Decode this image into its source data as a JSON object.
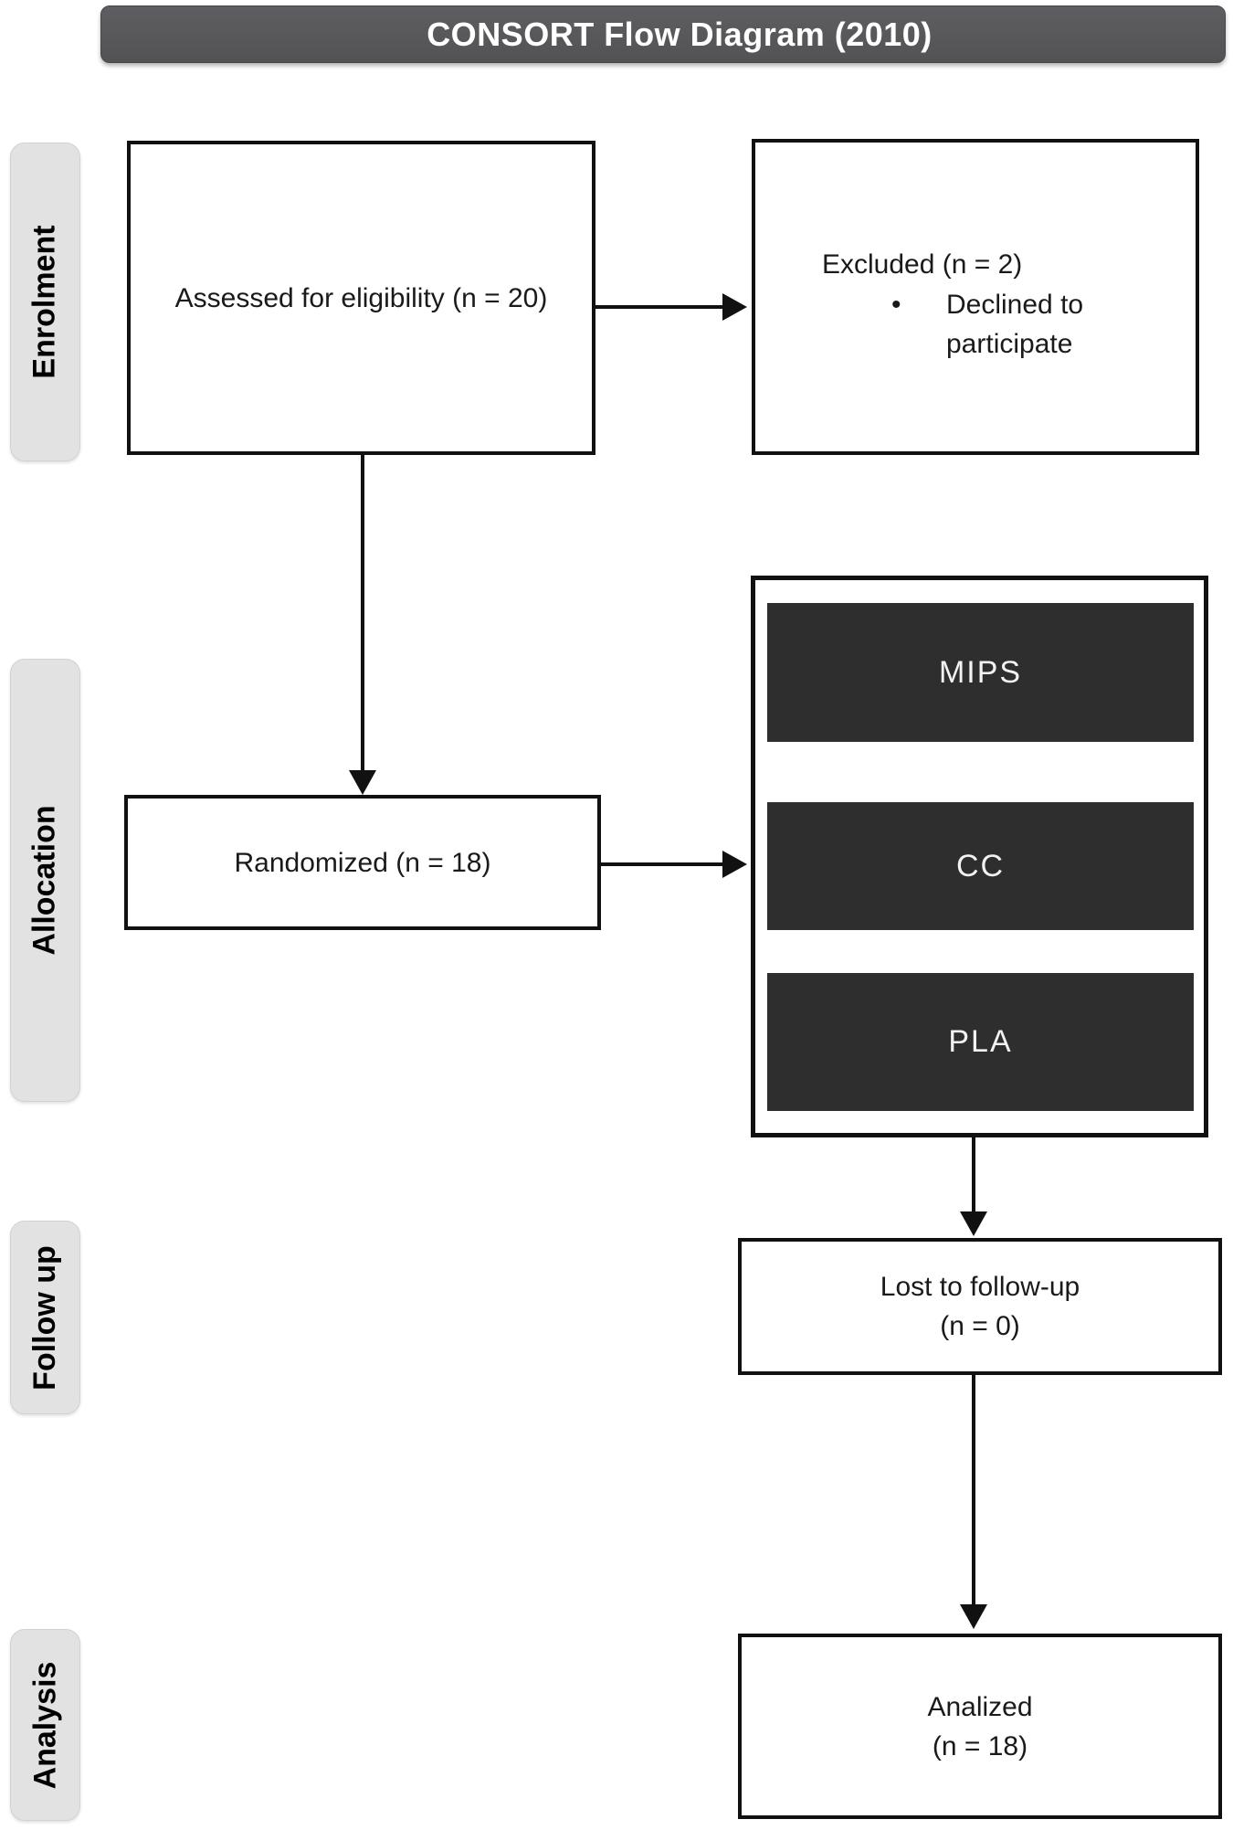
{
  "title": "CONSORT Flow Diagram (2010)",
  "stages": [
    {
      "label": "Enrolment"
    },
    {
      "label": "Allocation"
    },
    {
      "label": "Follow up"
    },
    {
      "label": "Analysis"
    }
  ],
  "nodes": {
    "assessed": {
      "text": "Assessed for eligibility (n = 20)"
    },
    "excluded": {
      "title": "Excluded (n = 2)",
      "bullet_marker": "•",
      "bullet": "Declined to participate"
    },
    "randomized": {
      "text": "Randomized (n = 18)"
    },
    "arms": [
      "MIPS",
      "CC",
      "PLA"
    ],
    "lost": {
      "line1": "Lost to follow-up",
      "line2": "(n = 0)"
    },
    "analyzed": {
      "line1": "Analized",
      "line2": "(n = 18)"
    }
  },
  "colors": {
    "title_bar_bg": "#58585b",
    "title_text": "#ffffff",
    "stage_label_bg": "#e2e2e2",
    "stage_label_text": "#000000",
    "box_border": "#111111",
    "box_bg": "#ffffff",
    "arm_box_bg": "#2e2e2e",
    "arm_box_text": "#f2f2f2",
    "arrow": "#111111"
  }
}
